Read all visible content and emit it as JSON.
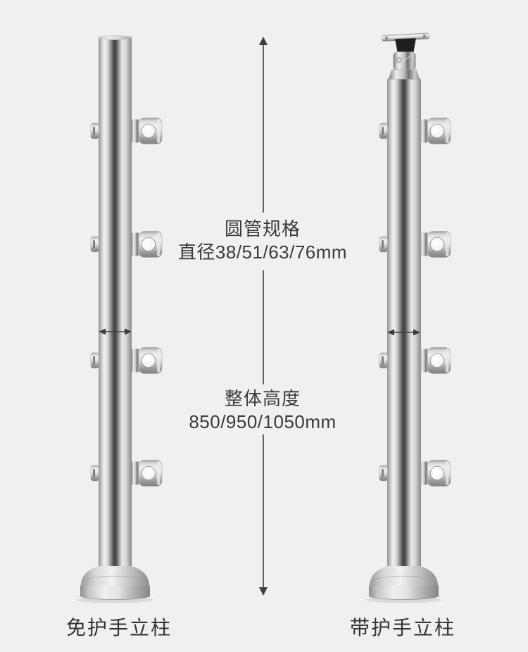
{
  "annotations": {
    "tube_spec": {
      "title": "圆管规格",
      "value": "直径38/51/63/76mm"
    },
    "overall_height": {
      "title": "整体高度",
      "value": "850/950/1050mm"
    }
  },
  "products": {
    "left": {
      "label": "免护手立柱",
      "description": "stainless-steel post, flat top, no handrail bracket"
    },
    "right": {
      "label": "带护手立柱",
      "description": "stainless-steel post with handrail saddle bracket on top"
    }
  },
  "icons": {
    "height_arrow": "vertical-double-arrow",
    "diameter_arrow_left": "horizontal-double-arrow",
    "diameter_arrow_right": "horizontal-double-arrow"
  },
  "colors": {
    "background": "#f0f0f1",
    "text": "#3a3a3a",
    "arrow": "#3d3d3d",
    "metal_dark": "#414141",
    "metal_light": "#f1f1f1",
    "gasket_black": "#1f1f1f"
  }
}
